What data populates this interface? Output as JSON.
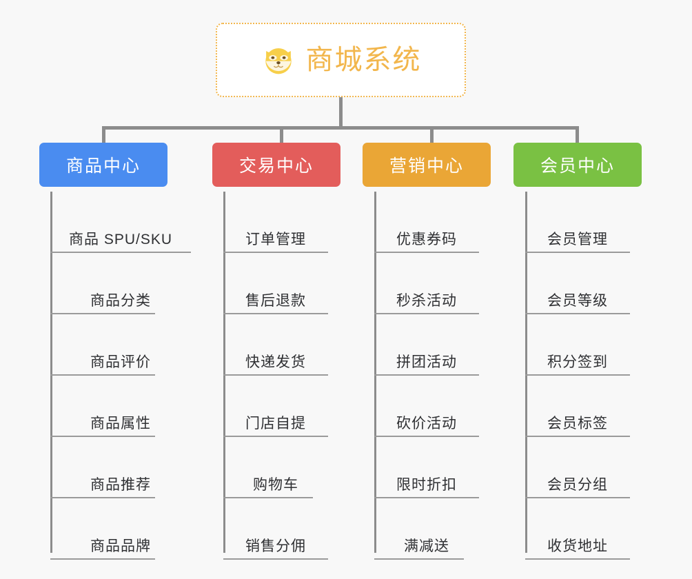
{
  "diagram": {
    "title": "商城系统",
    "background_color": "#f8f8f8",
    "root": {
      "label": "商城系统",
      "icon": "dog-face-icon",
      "text_color": "#f2b64c",
      "border_color": "#f2b64c",
      "background_color": "#ffffff"
    },
    "connector_color": "#8c8c8c",
    "leaf_text_color": "#2f3033",
    "leaf_rule_color": "#9a9a9a",
    "columns": [
      {
        "label": "商品中心",
        "color": "#4a8cf0",
        "items": [
          "商品 SPU/SKU",
          "商品分类",
          "商品评价",
          "商品属性",
          "商品推荐",
          "商品品牌"
        ]
      },
      {
        "label": "交易中心",
        "color": "#e35d5b",
        "items": [
          "订单管理",
          "售后退款",
          "快递发货",
          "门店自提",
          "购物车",
          "销售分佣"
        ]
      },
      {
        "label": "营销中心",
        "color": "#eaa636",
        "items": [
          "优惠券码",
          "秒杀活动",
          "拼团活动",
          "砍价活动",
          "限时折扣",
          "满减送"
        ]
      },
      {
        "label": "会员中心",
        "color": "#7ac143",
        "items": [
          "会员管理",
          "会员等级",
          "积分签到",
          "会员标签",
          "会员分组",
          "收货地址"
        ]
      }
    ]
  }
}
